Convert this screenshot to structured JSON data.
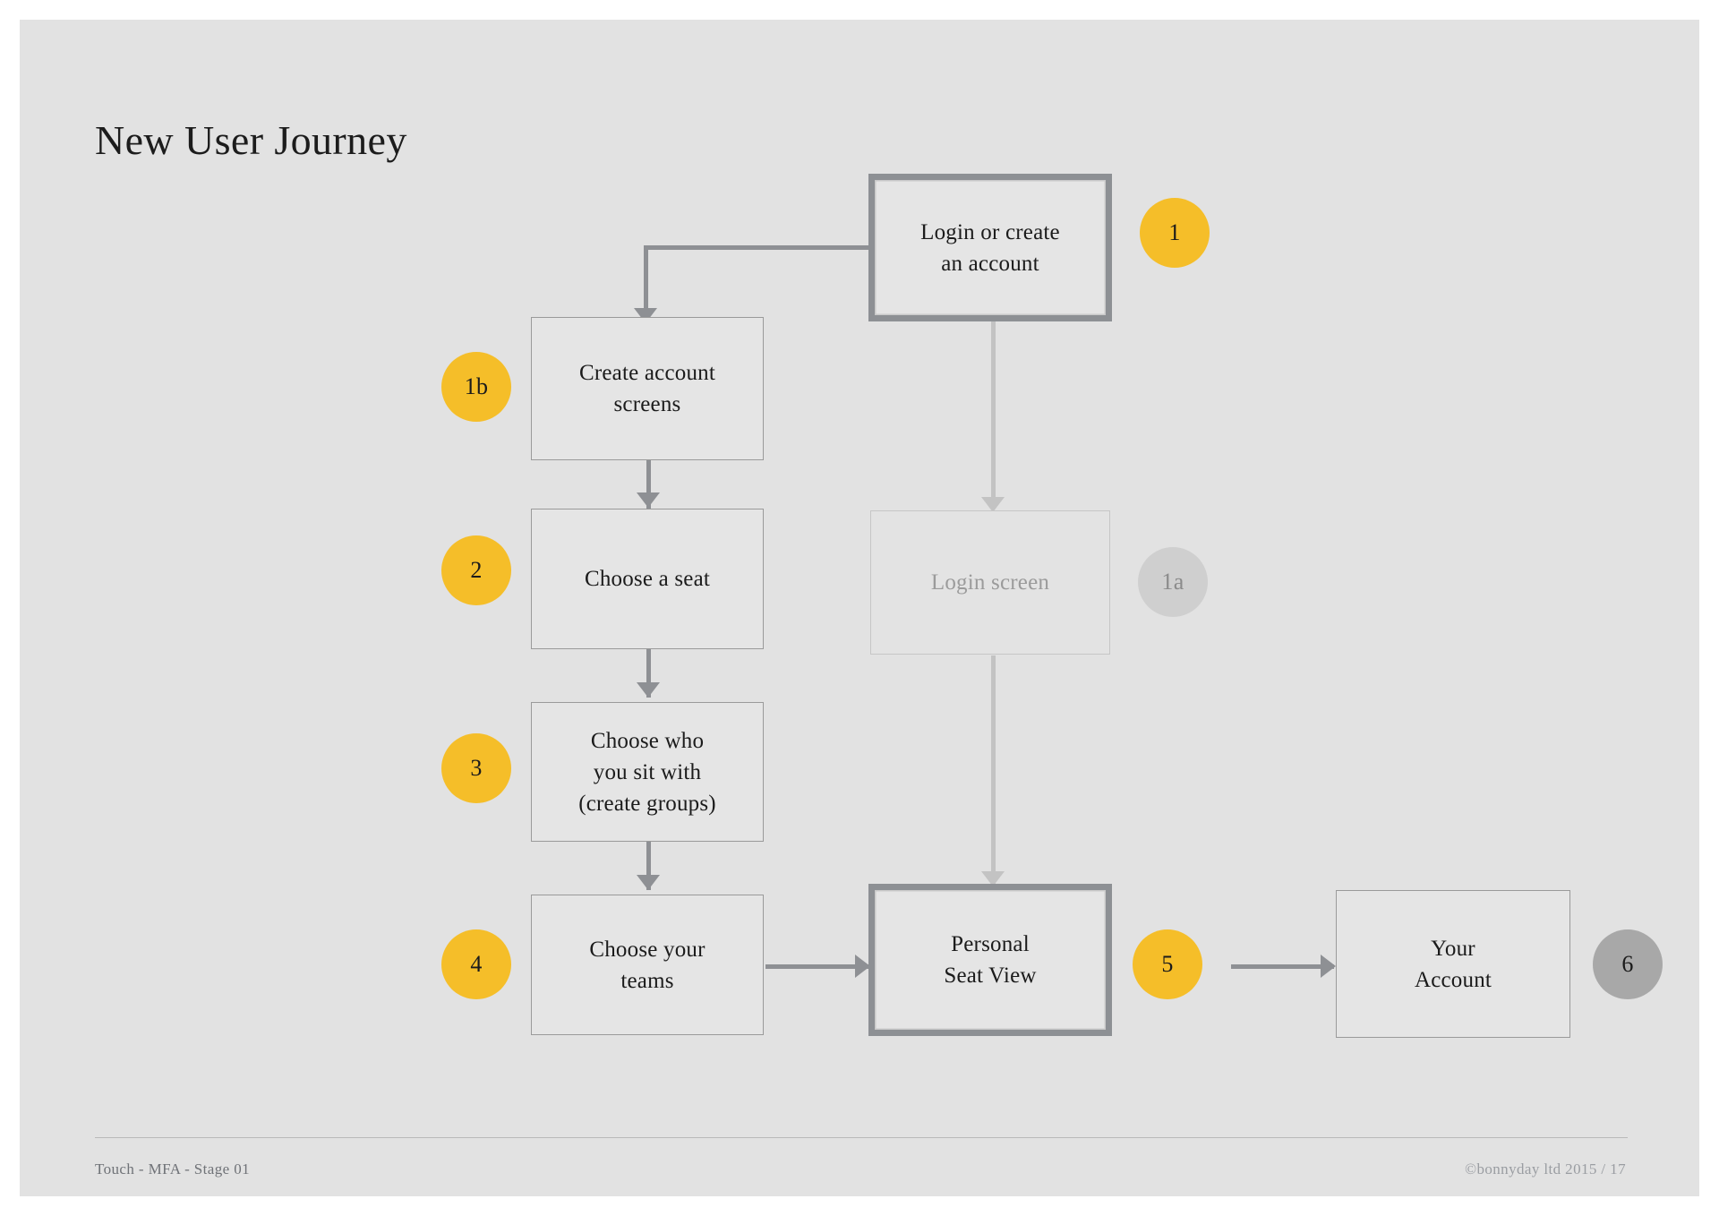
{
  "slide": {
    "title": "New User Journey",
    "background_color": "#e2e2e2",
    "accent_color": "#f5be29",
    "line_color": "#8e9094",
    "muted_color": "#c3c3c3"
  },
  "diagram_data": {
    "type": "flowchart",
    "title": "New User Journey",
    "nodes": [
      {
        "id": "login-or-create",
        "label": "Login or create\nan account",
        "line1": "Login or create",
        "line2": "an account",
        "badge": "1",
        "badge_style": "amber",
        "emphasis": true,
        "faded": false
      },
      {
        "id": "create-account-screens",
        "label": "Create account\nscreens",
        "line1": "Create account",
        "line2": "screens",
        "badge": "1b",
        "badge_style": "amber",
        "emphasis": false,
        "faded": false
      },
      {
        "id": "login-screen",
        "label": "Login screen",
        "line1": "Login screen",
        "line2": "",
        "badge": "1a",
        "badge_style": "ltgrey",
        "emphasis": false,
        "faded": true
      },
      {
        "id": "choose-a-seat",
        "label": "Choose a seat",
        "line1": "Choose a seat",
        "line2": "",
        "badge": "2",
        "badge_style": "amber",
        "emphasis": false,
        "faded": false
      },
      {
        "id": "choose-who-you-sit-with",
        "label": "Choose who\nyou sit with\n(create groups)",
        "line1": "Choose who",
        "line2": "you sit with",
        "line3": "(create groups)",
        "badge": "3",
        "badge_style": "amber",
        "emphasis": false,
        "faded": false
      },
      {
        "id": "choose-your-teams",
        "label": "Choose your\nteams",
        "line1": "Choose your",
        "line2": "teams",
        "badge": "4",
        "badge_style": "amber",
        "emphasis": false,
        "faded": false
      },
      {
        "id": "personal-seat-view",
        "label": "Personal\nSeat View",
        "line1": "Personal",
        "line2": "Seat View",
        "badge": "5",
        "badge_style": "amber",
        "emphasis": true,
        "faded": false
      },
      {
        "id": "your-account",
        "label": "Your\nAccount",
        "line1": "Your",
        "line2": "Account",
        "badge": "6",
        "badge_style": "grey",
        "emphasis": false,
        "faded": false
      }
    ],
    "edges": [
      {
        "from": "login-or-create",
        "to": "create-account-screens",
        "style": "elbow",
        "muted": false
      },
      {
        "from": "login-or-create",
        "to": "login-screen",
        "style": "straight-down",
        "muted": true
      },
      {
        "from": "create-account-screens",
        "to": "choose-a-seat",
        "style": "straight-down",
        "muted": false
      },
      {
        "from": "choose-a-seat",
        "to": "choose-who-you-sit-with",
        "style": "straight-down",
        "muted": false
      },
      {
        "from": "choose-who-you-sit-with",
        "to": "choose-your-teams",
        "style": "straight-down",
        "muted": false
      },
      {
        "from": "login-screen",
        "to": "personal-seat-view",
        "style": "straight-down",
        "muted": true
      },
      {
        "from": "choose-your-teams",
        "to": "personal-seat-view",
        "style": "straight-right",
        "muted": false
      },
      {
        "from": "personal-seat-view",
        "to": "your-account",
        "style": "straight-right",
        "muted": false
      }
    ]
  },
  "nodes": {
    "login_or_create": {
      "line1": "Login or create",
      "line2": "an account",
      "badge": "1"
    },
    "create_account_screens": {
      "line1": "Create account",
      "line2": "screens",
      "badge": "1b"
    },
    "login_screen": {
      "line1": "Login screen",
      "badge": "1a"
    },
    "choose_a_seat": {
      "line1": "Choose a seat",
      "badge": "2"
    },
    "choose_who": {
      "line1": "Choose who",
      "line2": "you sit with",
      "line3": "(create groups)",
      "badge": "3"
    },
    "choose_your_teams": {
      "line1": "Choose your",
      "line2": "teams",
      "badge": "4"
    },
    "personal_seat_view": {
      "line1": "Personal",
      "line2": "Seat View",
      "badge": "5"
    },
    "your_account": {
      "line1": "Your",
      "line2": "Account",
      "badge": "6"
    }
  },
  "footer": {
    "left": "Touch - MFA - Stage 01",
    "right": "©bonnyday ltd 2015  /  17"
  }
}
